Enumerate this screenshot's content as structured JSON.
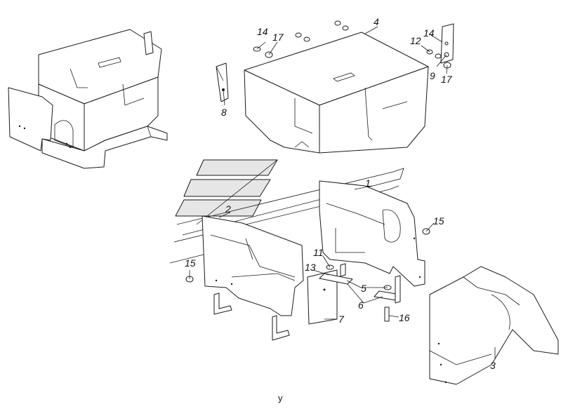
{
  "callouts": {
    "c1": "1",
    "c2": "2",
    "c3": "3",
    "c4": "4",
    "c5": "5",
    "c6": "6",
    "c7": "7",
    "c8": "8",
    "c9": "9",
    "c11": "11",
    "c12": "12",
    "c13": "13",
    "c14a": "14",
    "c14b": "14",
    "c15a": "15",
    "c15b": "15",
    "c16": "16",
    "c17a": "17",
    "c17b": "17"
  },
  "caption": "у"
}
